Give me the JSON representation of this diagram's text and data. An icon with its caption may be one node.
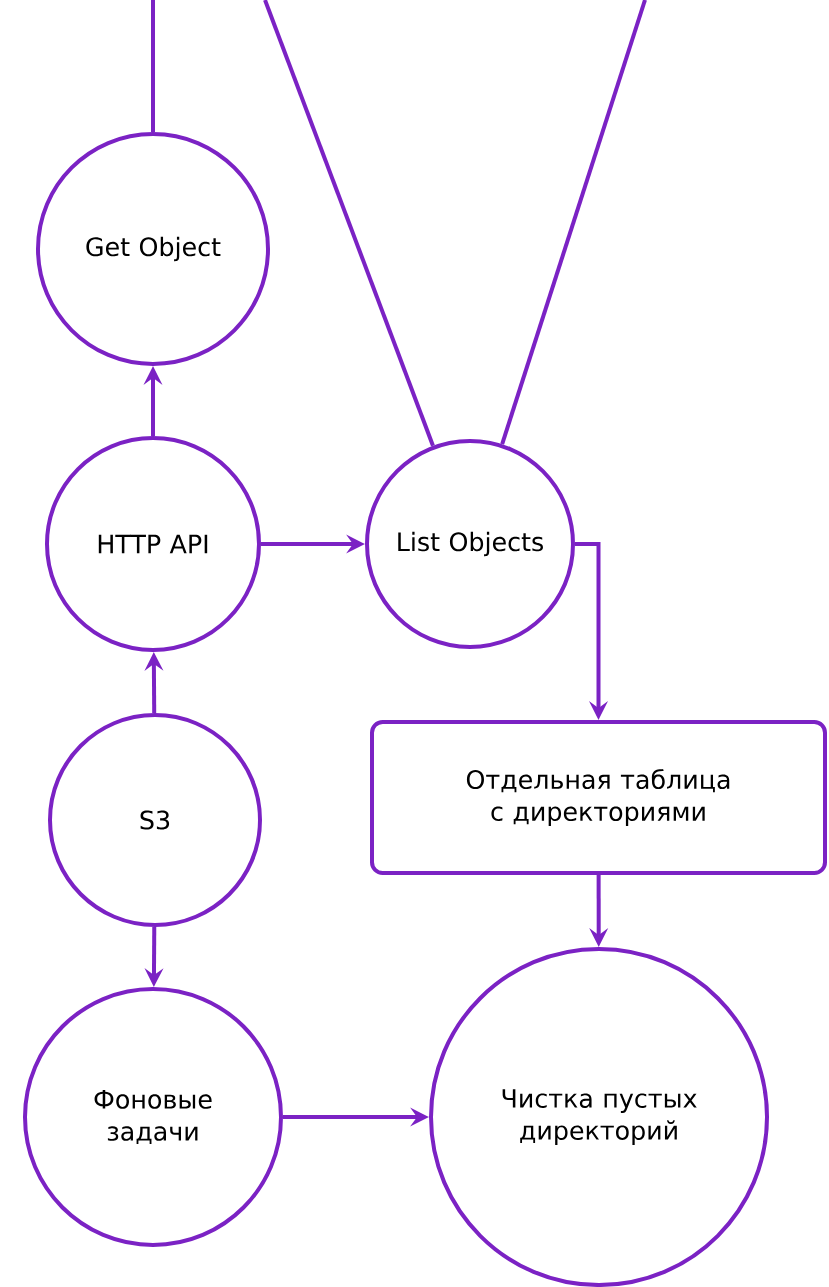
{
  "diagram": {
    "nodes": [
      {
        "text": [
          "Get Object"
        ]
      },
      {
        "text": [
          "HTTP API"
        ]
      },
      {
        "text": [
          "List Objects"
        ]
      },
      {
        "text": [
          "Отдельная таблица с директориями"
        ]
      },
      {
        "text": [
          "S3"
        ]
      },
      {
        "text": [
          "Фоновые задачи"
        ]
      },
      {
        "text": [
          "Чистка пустых директорий"
        ]
      }
    ],
    "edges": [
      {
        "from": null,
        "to": 0,
        "arrow": "none"
      },
      {
        "from": null,
        "to": 2,
        "arrow": "none"
      },
      {
        "from": null,
        "to": 2,
        "arrow": "none"
      },
      {
        "from": 1,
        "to": 0,
        "arrow": "to"
      },
      {
        "from": 1,
        "to": 2,
        "arrow": "to"
      },
      {
        "from": 2,
        "to": 3,
        "arrow": "to"
      },
      {
        "from": 4,
        "to": 1,
        "arrow": "to"
      },
      {
        "from": 4,
        "to": 5,
        "arrow": "to"
      },
      {
        "from": 3,
        "to": 6,
        "arrow": "to"
      },
      {
        "from": 5,
        "to": 6,
        "arrow": "to"
      }
    ]
  }
}
